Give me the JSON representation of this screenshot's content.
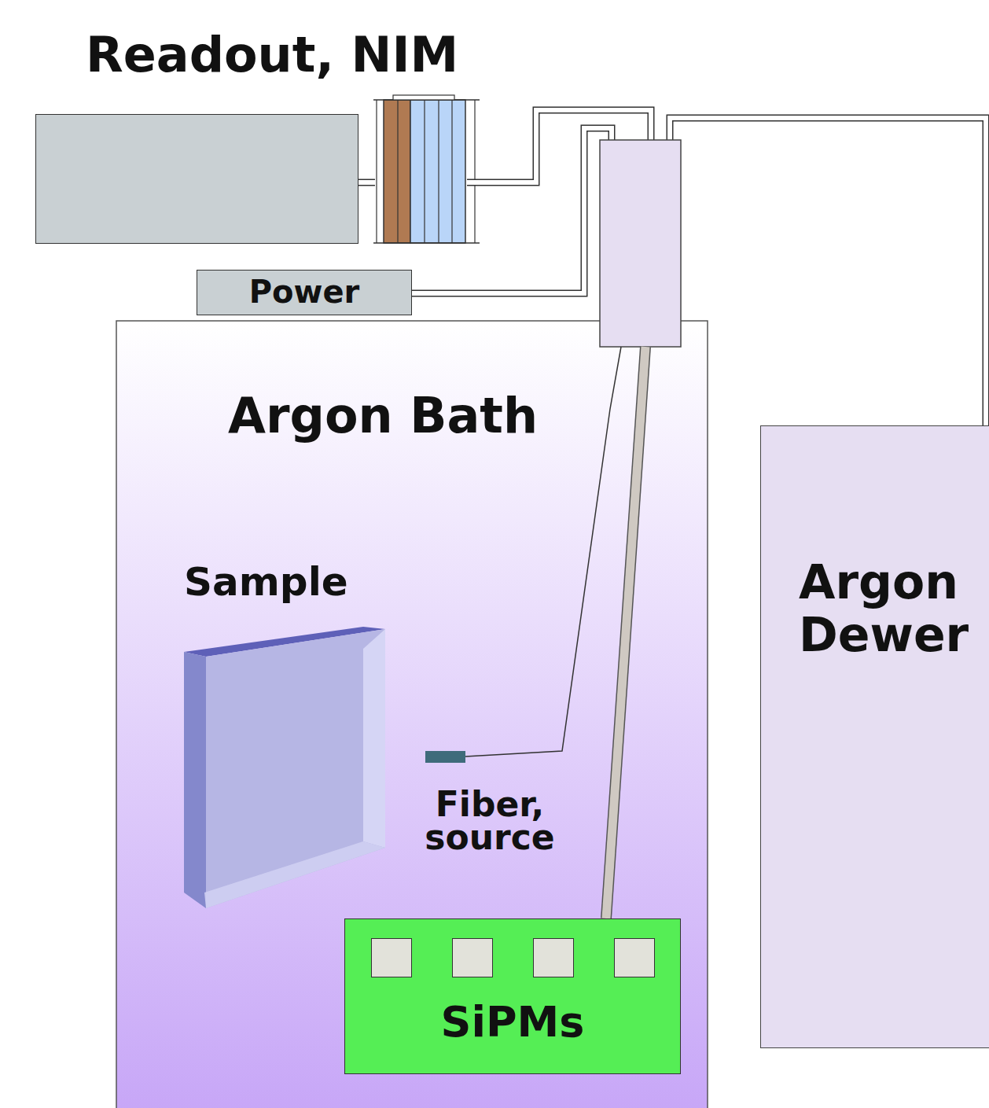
{
  "diagram": {
    "nodes": [
      {
        "text": [
          "Readout, NIM"
        ]
      },
      {
        "text": [
          "Power"
        ]
      },
      {
        "text": [
          "Argon Bath"
        ]
      },
      {
        "text": [
          "Sample"
        ],
        "in": 2
      },
      {
        "text": [
          "Fiber, source"
        ],
        "in": 2
      },
      {
        "text": [
          "SiPMs"
        ],
        "in": 2
      },
      {
        "text": [
          "Argon Dewer"
        ]
      }
    ]
  }
}
